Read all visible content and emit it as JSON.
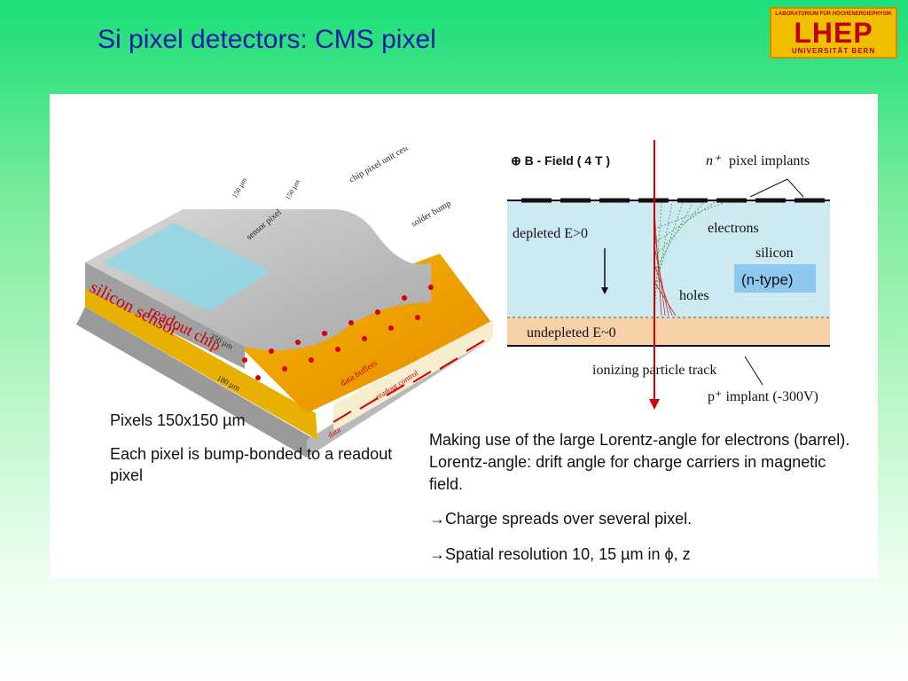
{
  "title": "Si pixel detectors: CMS pixel",
  "logo": {
    "top": "LABORATORIUM FÜR HOCHENERGIEPHYSIK",
    "main": "LHEP",
    "bottom": "UNIVERSITÄT BERN"
  },
  "left_diagram": {
    "silicon_sensor": "silicon sensor",
    "sensor_thickness": "250 µm",
    "readout_chip": "readout chip",
    "chip_thickness": "180 µm",
    "pitch_a": "150 µm",
    "pitch_b": "150 µm",
    "sensor_pixel": "sensor pixel",
    "chip_pixel_unit_cell": "chip pixel unit cell",
    "solder_bump": "solder bump",
    "data_buffers": "data buffers",
    "readout_control": "readout control",
    "data": "data"
  },
  "right_diagram": {
    "bfield": "⊕  B - Field  ( 4 T )",
    "n_implants": "pixel implants",
    "n_sup": "n⁺",
    "electrons": "electrons",
    "depleted": "depleted E>0",
    "silicon": "silicon",
    "ntype": "(n-type)",
    "holes": "holes",
    "undepleted": "undepleted E~0",
    "ionizing": "ionizing particle track",
    "p_implant": "p⁺ implant (-300V)"
  },
  "left_text": {
    "pixels": "Pixels 150x150 µm",
    "bump": "Each pixel is bump-bonded to a readout pixel"
  },
  "right_text": {
    "lorentz": "Making use of the large Lorentz-angle for electrons (barrel). Lorentz-angle: drift angle for charge carriers in magnetic field.",
    "spread": "→Charge spreads over several pixel.",
    "resolution": "→Spatial resolution 10, 15 µm in ϕ, z"
  }
}
